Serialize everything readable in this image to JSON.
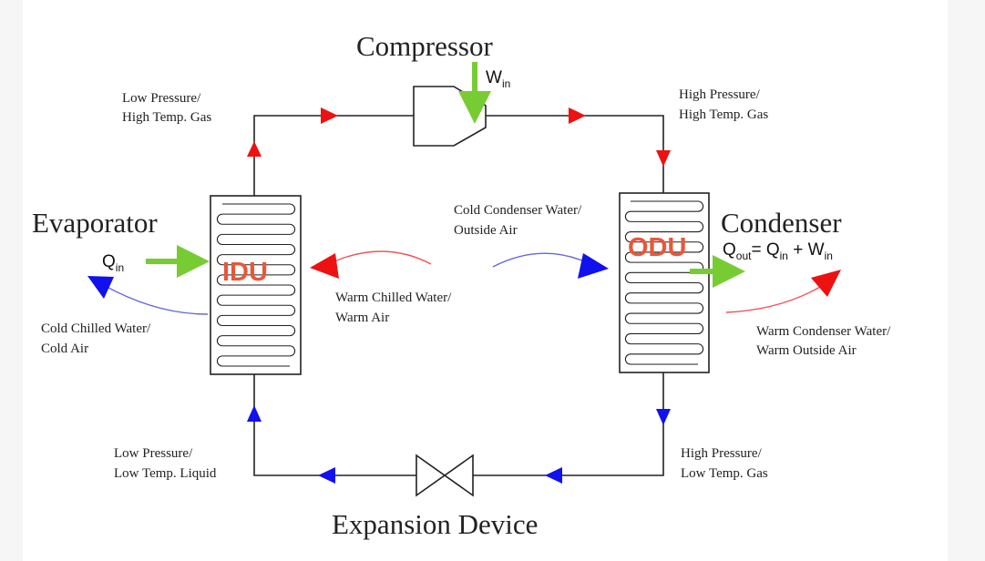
{
  "titles": {
    "compressor": "Compressor",
    "evaporator": "Evaporator",
    "condenser": "Condenser",
    "expansion": "Expansion Device"
  },
  "notes": {
    "lp_ht_gas": [
      "Low Pressure/",
      "High Temp. Gas"
    ],
    "hp_ht_gas": [
      "High Pressure/",
      "High Temp. Gas"
    ],
    "lp_lt_liquid": [
      "Low Pressure/",
      "Low Temp. Liquid"
    ],
    "hp_lt_gas": [
      "High Pressure/",
      "Low Temp. Gas"
    ],
    "cold_condenser_water": [
      "Cold Condenser Water/",
      "Outside Air"
    ],
    "warm_chilled_water": [
      "Warm Chilled Water/",
      "Warm Air"
    ],
    "cold_chilled_water": [
      "Cold Chilled Water/",
      "Cold Air"
    ],
    "warm_condenser_water": [
      "Warm Condenser Water/",
      "Warm Outside Air"
    ]
  },
  "units": {
    "idu": "IDU",
    "odu": "ODU"
  },
  "energy": {
    "w": "W",
    "w_sub": "in",
    "q": "Q",
    "q_in_sub": "in",
    "q_out_sub": "out",
    "eq_mid": "= Q",
    "eq_plus": " + W"
  },
  "colors": {
    "line": "#222222",
    "hot_arrow": "#ee1111",
    "cold_arrow": "#1111ee",
    "energy_arrow": "#77cc33",
    "tag": "#e8573a",
    "warm_curve": "#ee5555",
    "cold_curve": "#6666dd"
  }
}
